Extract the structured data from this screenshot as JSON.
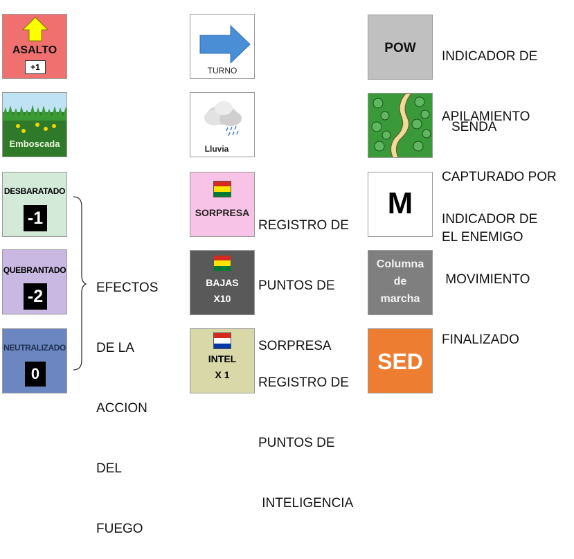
{
  "counters": {
    "asalto": {
      "label": "ASALTO",
      "value": "+1",
      "color": "#f07070"
    },
    "emboscada": {
      "label": "Emboscada"
    },
    "desbaratado": {
      "label": "DESBARATADO",
      "value": "-1",
      "color": "#d3ead9"
    },
    "quebrantado": {
      "label": "QUEBRANTADO",
      "value": "-2",
      "color": "#c8b8e2"
    },
    "neutralizado": {
      "label": "NEUTRALIZADO",
      "value": "0",
      "color": "#6b86c0"
    },
    "turno": {
      "label": "TURNO",
      "arrow_color": "#4a8ed6"
    },
    "lluvia": {
      "label": "Lluvia"
    },
    "sorpresa": {
      "label": "SORPRESA",
      "color": "#f7c3e6"
    },
    "bajas": {
      "label_line1": "BAJAS",
      "label_line2": "X10",
      "color": "#595959"
    },
    "intel": {
      "label_line1": "INTEL",
      "label_line2": "X 1",
      "color": "#d8d8a8"
    },
    "pow": {
      "label": "POW",
      "color": "#c0c0c0"
    },
    "senda": {
      "color": "#3a9a3a"
    },
    "movimiento": {
      "label": "M"
    },
    "columna": {
      "label_line1": "Columna",
      "label_line2": "de",
      "label_line3": "marcha",
      "color": "#7f7f7f"
    },
    "sed": {
      "label": "SED",
      "color": "#ed7d31"
    }
  },
  "captions": {
    "efectos": [
      "EFECTOS",
      "DE LA",
      "ACCION",
      "DEL",
      "FUEGO"
    ],
    "sorpresa": [
      "REGISTRO DE",
      "PUNTOS DE",
      "SORPRESA"
    ],
    "inteligencia": [
      "REGISTRO DE",
      "PUNTOS DE",
      " INTELIGENCIA"
    ],
    "pow": [
      "INDICADOR DE",
      "APILAMIENTO",
      "CAPTURADO POR",
      "EL ENEMIGO"
    ],
    "senda": "SENDA",
    "movimiento": [
      "INDICADOR DE",
      " MOVIMIENTO",
      "FINALIZADO"
    ]
  }
}
